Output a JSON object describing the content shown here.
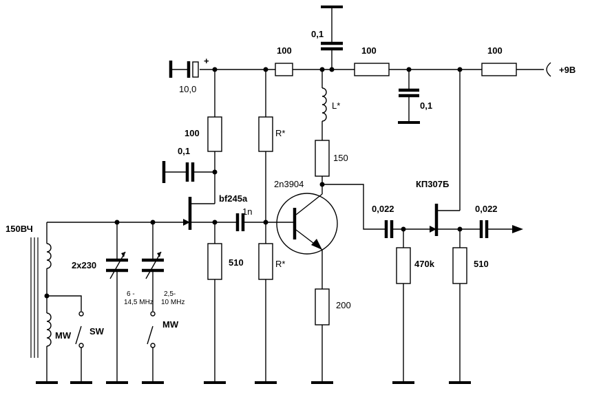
{
  "labels": {
    "c_top": "0,1",
    "r_top1": "100",
    "r_top2": "100",
    "r_top3": "100",
    "supply": "+9В",
    "c_electrolytic": "10,0",
    "c_electrolytic_plus": "+",
    "c_filter": "0,1",
    "inductor": "L*",
    "r_drain_feed": "100",
    "c_bypass": "0,1",
    "r_collector_bias": "R*",
    "r_collector": "150",
    "transistor_bjt": "2n3904",
    "fet1": "bf245a",
    "fet2": "КП307Б",
    "c_couple1": "1n",
    "c_couple2": "0,022",
    "c_couple3": "0,022",
    "r_source1": "510",
    "r_base_bias": "R*",
    "r_emitter": "200",
    "r_gate2": "470k",
    "r_source2": "510",
    "antenna": "150ВЧ",
    "var_cap": "2x230",
    "range_sw_1": "6 -",
    "range_sw_2": "14,5 MHz",
    "range_mw_1": "2,5-",
    "range_mw_2": "10 MHz",
    "mw_coil": "MW",
    "sw_label": "SW",
    "mw_switch": "MW"
  }
}
